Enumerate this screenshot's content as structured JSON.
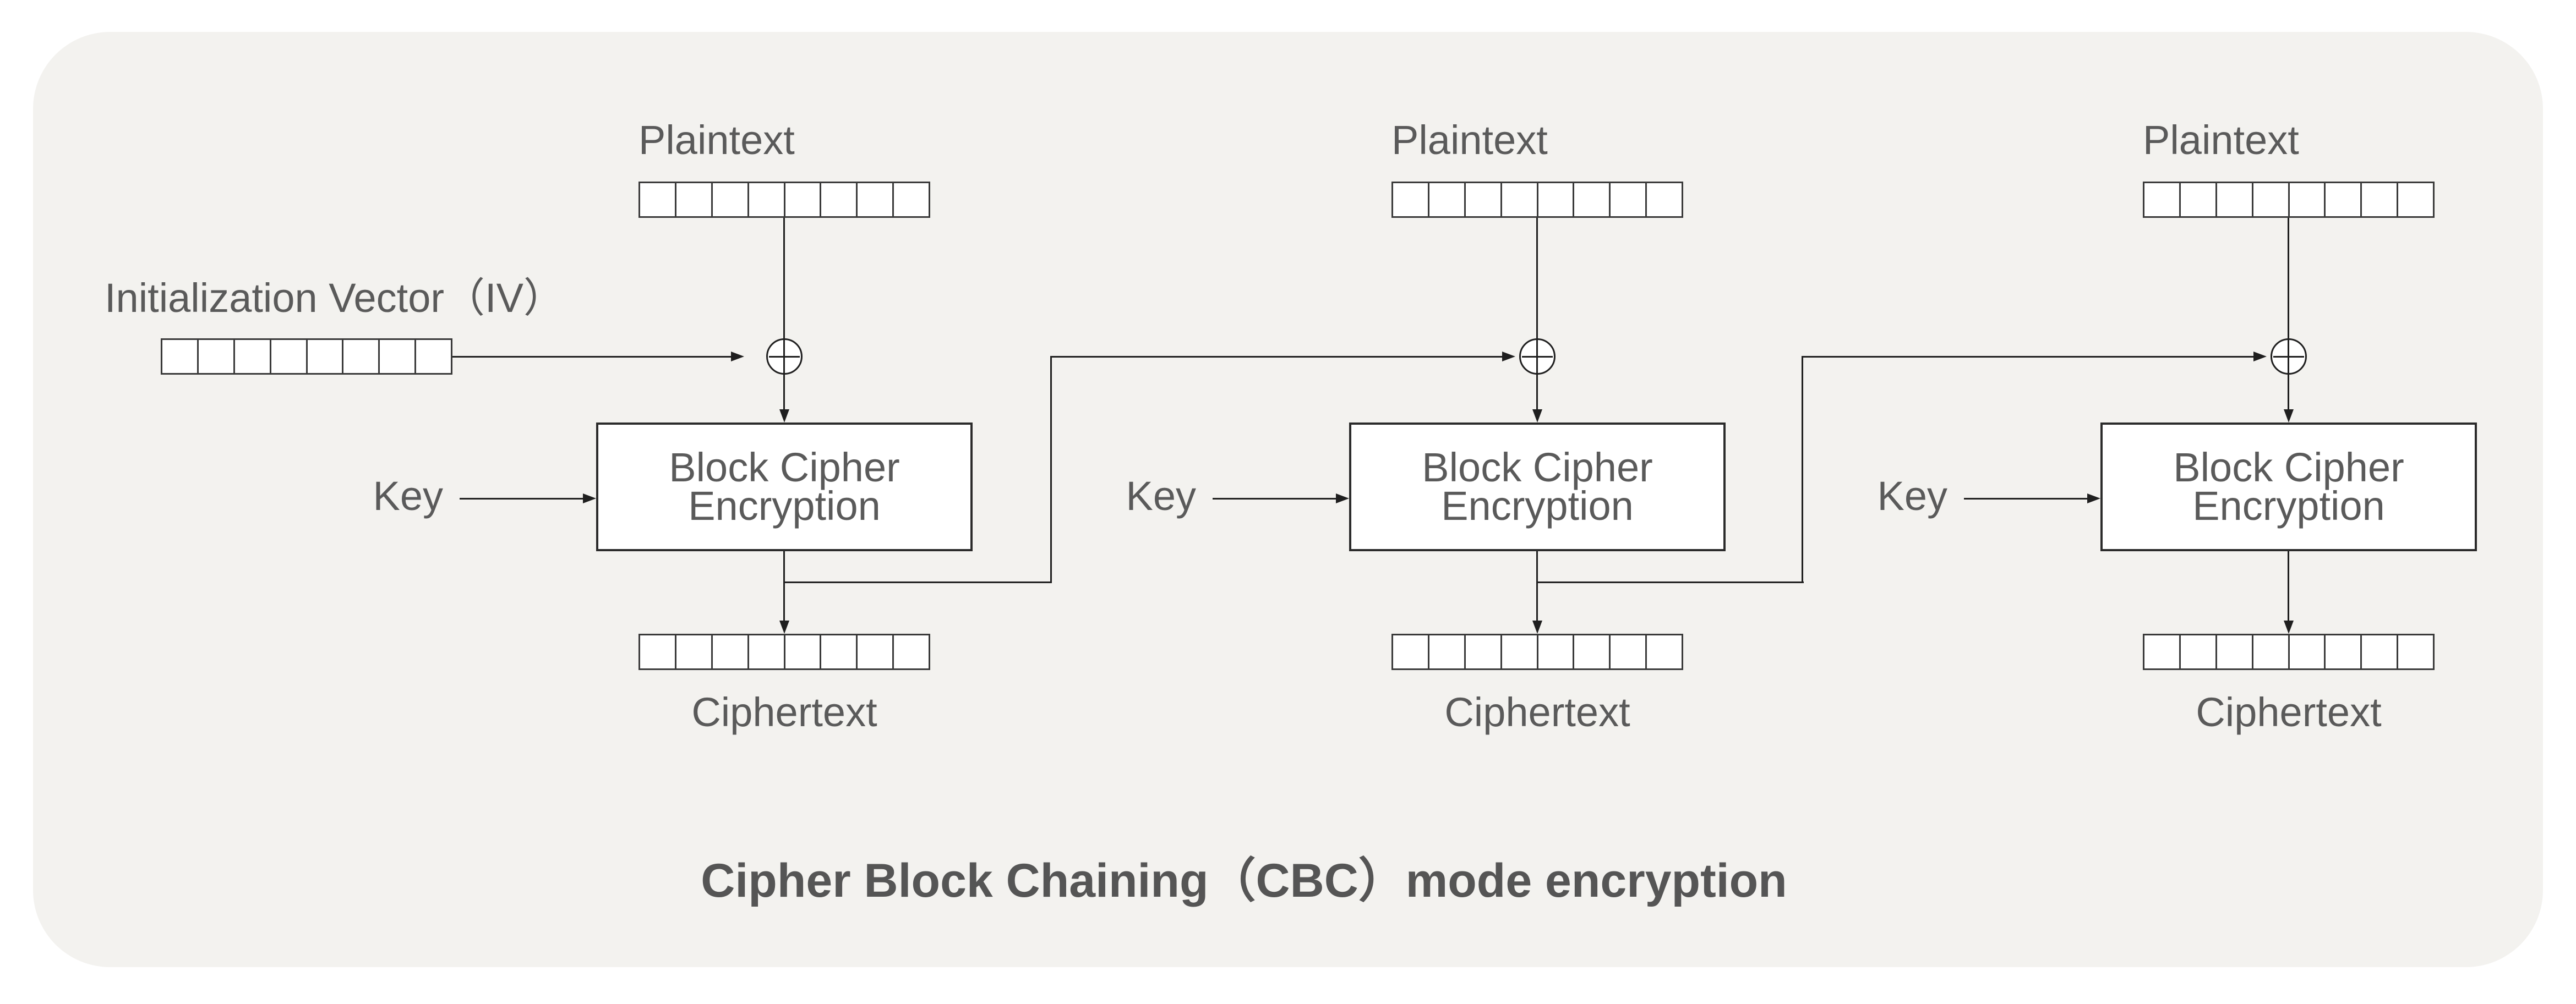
{
  "page": {
    "background": "#ffffff"
  },
  "panel": {
    "background": "#f3f2ef"
  },
  "colors": {
    "line": "#1f1f1f",
    "text": "#5a5a5a",
    "caption": "#555555",
    "fill": "#ffffff",
    "cell_border": "#3a3a3a",
    "box_border": "#2b2b2b",
    "panel": "#f3f2ef",
    "page": "#ffffff"
  },
  "caption": {
    "text": "Cipher Block Chaining（CBC）mode encryption"
  },
  "iv": {
    "label": "Initialization Vector（IV）",
    "cells": 8
  },
  "cells_per_block": 8,
  "icons": {
    "xor": "xor-circle-plus-icon"
  },
  "blocks": [
    {
      "plaintext_label": "Plaintext",
      "key_label": "Key",
      "box_line1": "Block Cipher",
      "box_line2": "Encryption",
      "ciphertext_label": "Ciphertext"
    },
    {
      "plaintext_label": "Plaintext",
      "key_label": "Key",
      "box_line1": "Block Cipher",
      "box_line2": "Encryption",
      "ciphertext_label": "Ciphertext"
    },
    {
      "plaintext_label": "Plaintext",
      "key_label": "Key",
      "box_line1": "Block Cipher",
      "box_line2": "Encryption",
      "ciphertext_label": "Ciphertext"
    }
  ]
}
